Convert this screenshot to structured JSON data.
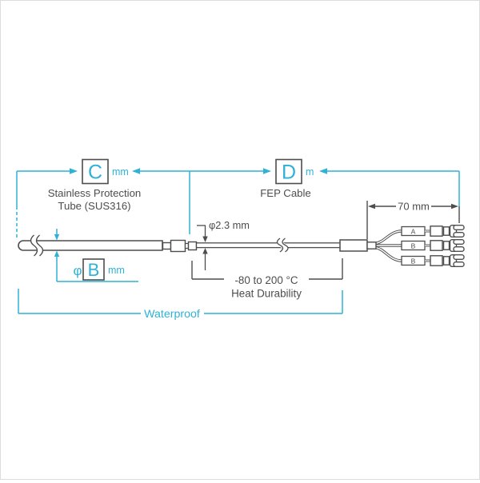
{
  "diagram": {
    "title_hint": "temperature probe dimension drawing",
    "dimensions": {
      "c": {
        "letter": "C",
        "unit": "mm"
      },
      "d": {
        "letter": "D",
        "unit": "m"
      },
      "b": {
        "prefix": "φ",
        "letter": "B",
        "unit": "mm"
      },
      "lead_length": {
        "label": "70 mm"
      },
      "cable_diameter": {
        "label": "φ2.3 mm"
      }
    },
    "labels": {
      "tube_line1": "Stainless Protection",
      "tube_line2": "Tube (SUS316)",
      "cable": "FEP Cable",
      "heat_line1": "-80 to 200 °C",
      "heat_line2": "Heat Durability",
      "waterproof": "Waterproof"
    },
    "wires": [
      {
        "label": "A"
      },
      {
        "label": "B"
      },
      {
        "label": "B"
      }
    ],
    "colors": {
      "accent": "#2fb2d5",
      "line": "#4d4d4d"
    }
  }
}
